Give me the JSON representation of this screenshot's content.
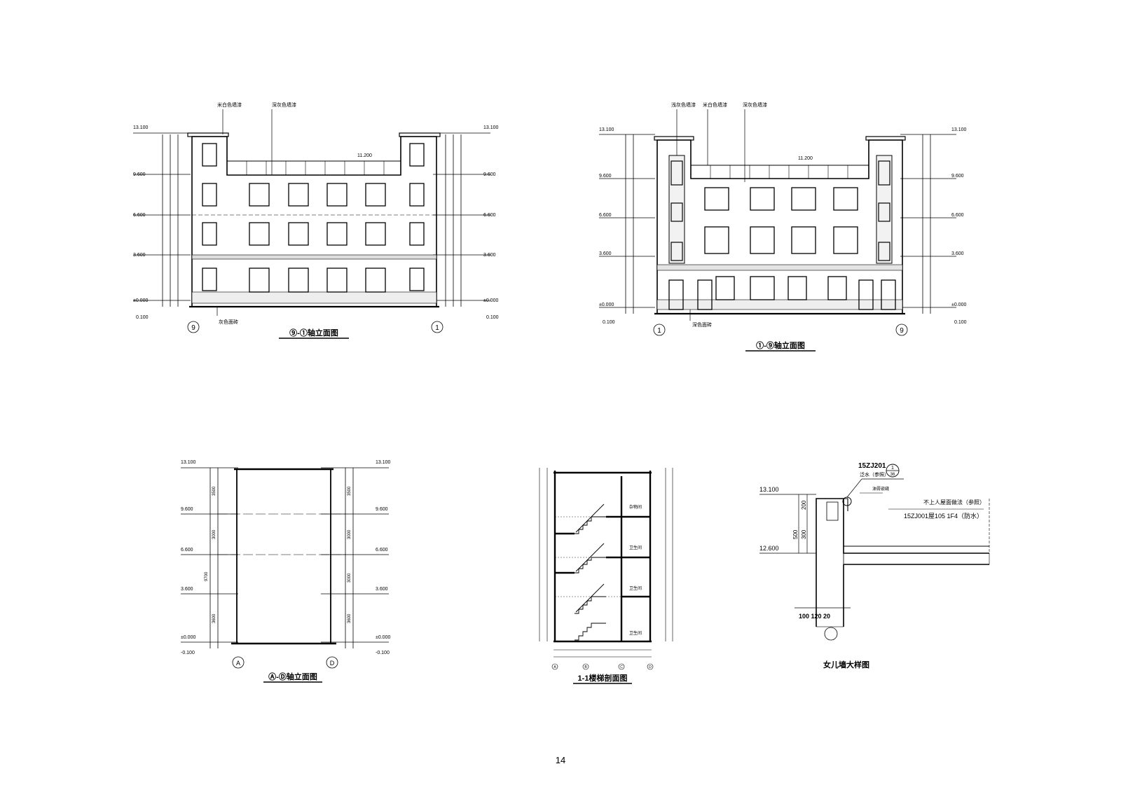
{
  "page_number": "14",
  "elev_9_1": {
    "title": "⑨-①轴立面图",
    "label_rice_white": "米白色墙漆",
    "label_dark_grey": "深灰色墙漆",
    "label_grey_tile": "灰色面砖",
    "parapet_level": "11.200",
    "levels": [
      "13.100",
      "9.600",
      "6.600",
      "3.600",
      "±0.000",
      "0.100"
    ],
    "axis_left": "9",
    "axis_right": "1"
  },
  "elev_1_9": {
    "title": "①-⑨轴立面图",
    "label_light_grey": "浅灰色墙漆",
    "label_rice_white": "米白色墙漆",
    "label_dark_grey": "深灰色墙漆",
    "label_dark_tile": "深色面砖",
    "parapet_level": "11.200",
    "levels": [
      "13.100",
      "9.600",
      "6.600",
      "3.600",
      "±0.000",
      "0.100"
    ],
    "axis_left": "1",
    "axis_right": "9"
  },
  "elev_a_d": {
    "title": "Ⓐ-Ⓓ轴立面图",
    "levels": [
      "13.100",
      "9.600",
      "6.600",
      "3.600",
      "±0.000",
      "-0.100"
    ],
    "dims": [
      "3500",
      "3000",
      "3000",
      "3600",
      "9700"
    ],
    "axis_left": "A",
    "axis_right": "D"
  },
  "stair_section": {
    "title": "1-1楼梯剖面图",
    "rooms": [
      "杂物间",
      "卫生间",
      "卫生间",
      "卫生间"
    ],
    "axes": [
      "A",
      "B",
      "C",
      "D"
    ]
  },
  "parapet_detail": {
    "title": "女儿墙大样图",
    "ref_code": "15ZJ201",
    "ref_num": "1",
    "ref_page": "36",
    "ref_note": "泛水（参照）",
    "drip_note": "油膏嵌缝",
    "roof_note1": "不上人屋面做法（参照）",
    "roof_note2": "15ZJ001屋105 1F4（防水）",
    "level_top": "13.100",
    "level_bottom": "12.600",
    "dim_200": "200",
    "dim_300": "300",
    "dim_500": "500",
    "dim_bottom": "100 120 20"
  }
}
